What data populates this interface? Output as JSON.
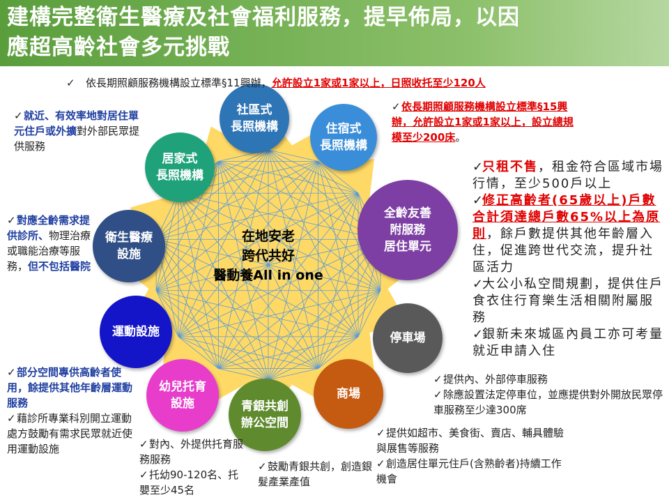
{
  "title": {
    "line1": "建構完整衛生醫療及社會福利服務，提早佈局，以因",
    "line2": "應超高齡社會多元挑戰"
  },
  "center": {
    "line1": "在地安老",
    "line2": "跨代共好",
    "line3": "醫動養All in one"
  },
  "colors": {
    "star": "#ffd966",
    "mesh": "#5b9bd5"
  },
  "nodes": [
    {
      "label": "社區式\n長照機構",
      "color": "#2e75b6"
    },
    {
      "label": "住宿式\n長照機構",
      "color": "#3a8dd8"
    },
    {
      "label": "居家式\n長照機構",
      "color": "#1fa27a"
    },
    {
      "label": "全齡友善\n附服務\n居住單元",
      "color": "#7d3fa3"
    },
    {
      "label": "衛生醫療\n設施",
      "color": "#2f4f86"
    },
    {
      "label": "運動設施",
      "color": "#1414c8"
    },
    {
      "label": "停車場",
      "color": "#595959"
    },
    {
      "label": "商場",
      "color": "#c55a11"
    },
    {
      "label": "幼兒托育\n設施",
      "color": "#e83ccb"
    },
    {
      "label": "青銀共創\n辦公空間",
      "color": "#5f8b2e"
    }
  ],
  "notes": [
    {
      "name": "note-top",
      "items": [
        [
          [
            "依長期照顧服務機構設立標準§11興辦，",
            ""
          ],
          [
            "允許設立1家或1家以上，日照收托至少120人",
            "redu"
          ]
        ]
      ]
    },
    {
      "name": "note-residential",
      "items": [
        [
          [
            "依長期照顧服務機構設立標準§15興辦，允許設立1家或1家以上，設立總規模至少200床",
            "redu"
          ],
          [
            "。",
            ""
          ]
        ]
      ]
    },
    {
      "name": "note-home",
      "items": [
        [
          [
            "就近、有效率地對居住單元住戶或外擴",
            "blue"
          ],
          [
            "對外部民眾提供服務",
            ""
          ]
        ]
      ]
    },
    {
      "name": "note-housing",
      "items": [
        [
          [
            "只租不售",
            "red"
          ],
          [
            "，租金符合區域市場行情，至少500戶以上",
            ""
          ]
        ],
        [
          [
            "修正高齡者(65歲以上)戶數合計須達總戶數65%以上為原則",
            "redu"
          ],
          [
            "，餘戶數提供其他年齡層入住，促進跨世代交流，提升社區活力",
            ""
          ]
        ],
        [
          [
            "大公小私空間規劃，提供住戶食衣住行育樂生活相關附屬服務",
            ""
          ]
        ],
        [
          [
            "銀新未來城區內員工亦可考量就近申請入住",
            ""
          ]
        ]
      ]
    },
    {
      "name": "note-medical",
      "items": [
        [
          [
            "對應全齡需求提供診所、",
            "blue"
          ],
          [
            "物理治療或職能治療等服務，",
            ""
          ],
          [
            "但不包括醫院",
            "blue"
          ]
        ]
      ]
    },
    {
      "name": "note-sports",
      "items": [
        [
          [
            "部分空間專供高齡者使用，餘提供其他年齡層運動服務",
            "blue"
          ]
        ],
        [
          [
            "藉診所專業科別開立運動處方鼓勵有需求民眾就近使用運動設施",
            ""
          ]
        ]
      ]
    },
    {
      "name": "note-parking",
      "items": [
        [
          [
            "提供內、外部停車服務",
            ""
          ]
        ],
        [
          [
            "除應設置法定停車位，並應提供對外開放民眾停車服務至少達300席",
            ""
          ]
        ]
      ]
    },
    {
      "name": "note-mall",
      "items": [
        [
          [
            "提供如超市、美食街、賣店、輔具體驗與展售等服務",
            ""
          ]
        ],
        [
          [
            "創造居住單元住戶(含熟齡者)持續工作機會",
            ""
          ]
        ]
      ]
    },
    {
      "name": "note-childcare",
      "items": [
        [
          [
            "對內、外提供托育服務服務",
            ""
          ]
        ],
        [
          [
            "托幼90-120名、托嬰至少45名",
            ""
          ]
        ]
      ]
    },
    {
      "name": "note-cowork",
      "items": [
        [
          [
            "鼓勵青銀共創，創造銀髮產業產值",
            ""
          ]
        ]
      ]
    }
  ]
}
